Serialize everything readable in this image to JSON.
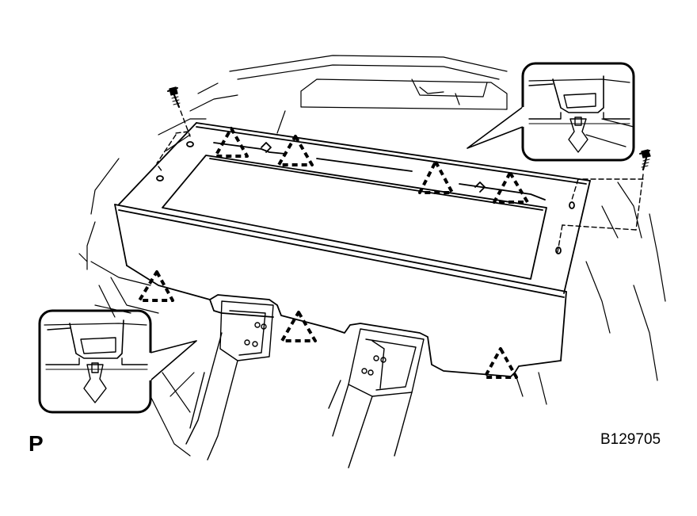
{
  "view_label": "P",
  "figure_code": "B129705",
  "colors": {
    "line": "#000000",
    "background": "#ffffff"
  },
  "icons": {
    "clip_marker": "dashed-triangle-icon",
    "screw": "screw-icon",
    "detail_callout": "clip-detail-callout"
  }
}
